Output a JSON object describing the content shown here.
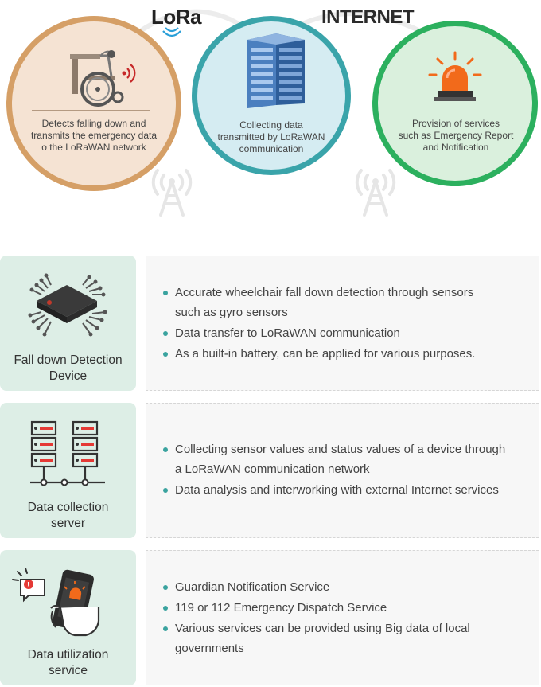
{
  "header": {
    "lora_logo": "LoRa",
    "internet_label": "INTERNET"
  },
  "circles": [
    {
      "text": "Detects falling down and transmits the emergency data o the LoRaWAN network",
      "lines": [
        "Detects falling down and",
        "transmits the emergency data",
        "o the LoRaWAN network"
      ],
      "icon": "wheelchair-icon"
    },
    {
      "text": "Collecting data transmitted by LoRaWAN communication",
      "lines": [
        "Collecting data",
        "transmitted by LoRaWAN",
        "communication"
      ],
      "icon": "server-rack-icon"
    },
    {
      "text": "Provision of services such as Emergency Report and Notification",
      "lines": [
        "Provision of services",
        "such as Emergency Report",
        "and Notification"
      ],
      "icon": "siren-icon"
    }
  ],
  "rows": [
    {
      "label_lines": [
        "Fall down Detection",
        "Device"
      ],
      "icon": "chip-icon",
      "bullets": [
        [
          "Accurate wheelchair fall down detection through sensors",
          "such as gyro sensors"
        ],
        [
          "Data transfer to LoRaWAN communication"
        ],
        [
          "As a built-in battery, can be applied for various purposes."
        ]
      ]
    },
    {
      "label_lines": [
        "Data collection",
        "server"
      ],
      "icon": "server-network-icon",
      "bullets": [
        [
          "Collecting sensor values and status values of a device through",
          "a LoRaWAN communication network"
        ],
        [
          "Data analysis and interworking with external Internet services"
        ]
      ]
    },
    {
      "label_lines": [
        "Data utilization",
        "service"
      ],
      "icon": "phone-alert-icon",
      "bullets": [
        [
          "Guardian Notification Service"
        ],
        [
          "119 or 112 Emergency Dispatch Service"
        ],
        [
          "Various services can be provided using Big data of local",
          "governments"
        ]
      ]
    }
  ],
  "colors": {
    "circle1_border": "#d59f66",
    "circle2_border": "#3aa4aa",
    "circle3_border": "#2cb05e",
    "card_bg": "#ddeee6",
    "bullet": "#3aa39f",
    "signal_blue": "#2a9fd8",
    "alert_red": "#e53935"
  }
}
